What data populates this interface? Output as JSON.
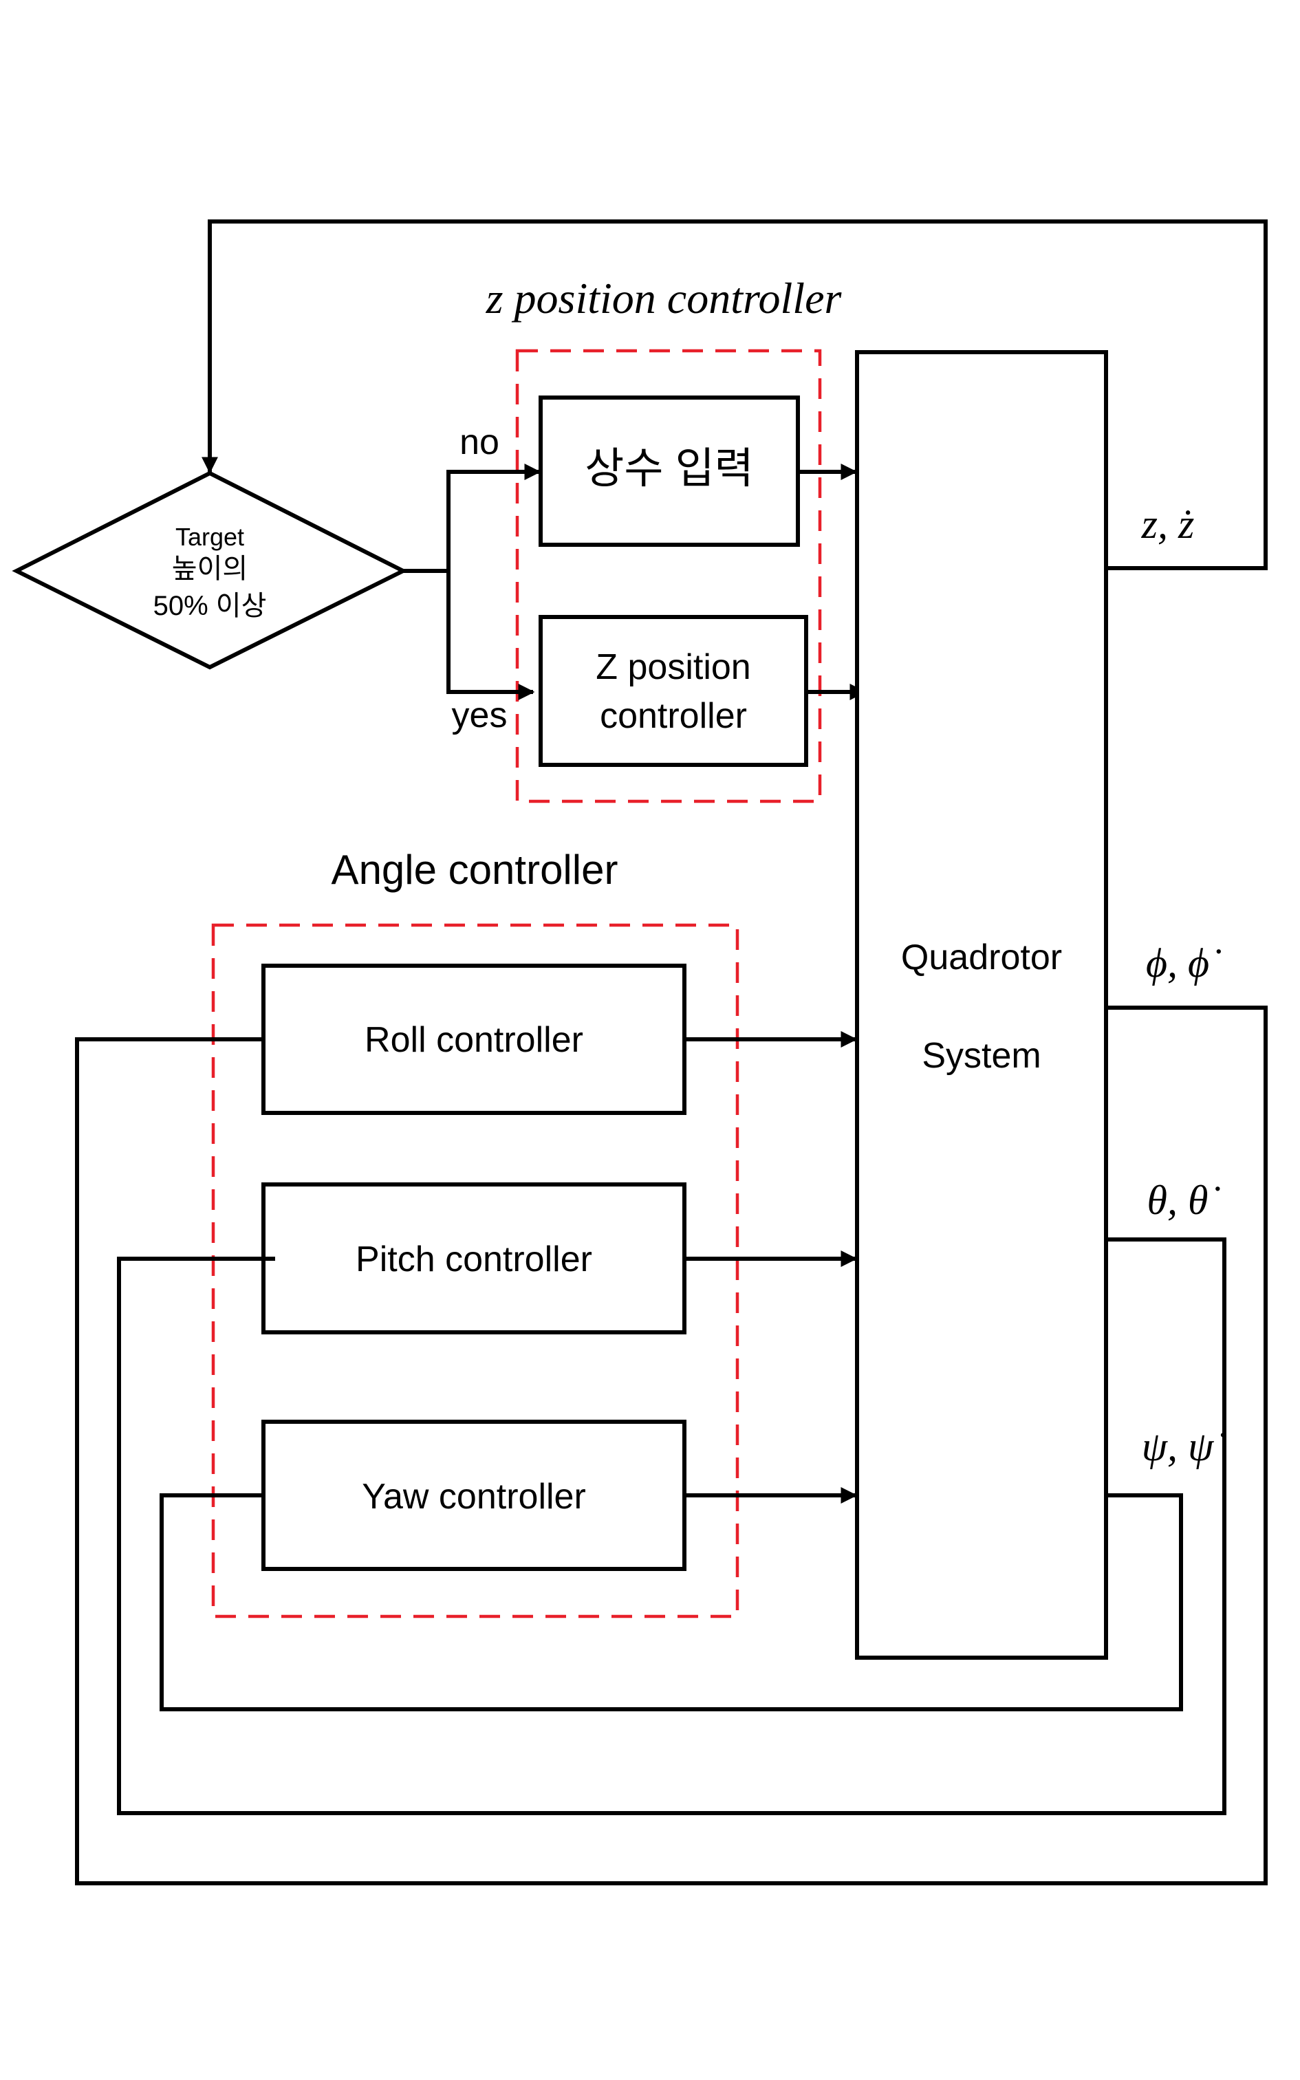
{
  "groups": {
    "z_position": {
      "title": "z position controller"
    },
    "angle": {
      "title": "Angle controller"
    }
  },
  "decision": {
    "line1": "Target",
    "line2": "높이의",
    "line3": "50% 이상",
    "branch_no": "no",
    "branch_yes": "yes"
  },
  "blocks": {
    "constant_input": "상수 입력",
    "z_position_line1": "Z position",
    "z_position_line2": "controller",
    "roll": "Roll controller",
    "pitch": "Pitch controller",
    "yaw": "Yaw controller",
    "plant_line1": "Quadrotor",
    "plant_line2": "System"
  },
  "outputs": {
    "z": "z, ż",
    "phi": "ϕ, ϕ̇",
    "theta": "θ, θ̇",
    "psi": "ψ, ψ̇"
  },
  "colors": {
    "group_border": "#e8202a",
    "line": "#000000"
  }
}
